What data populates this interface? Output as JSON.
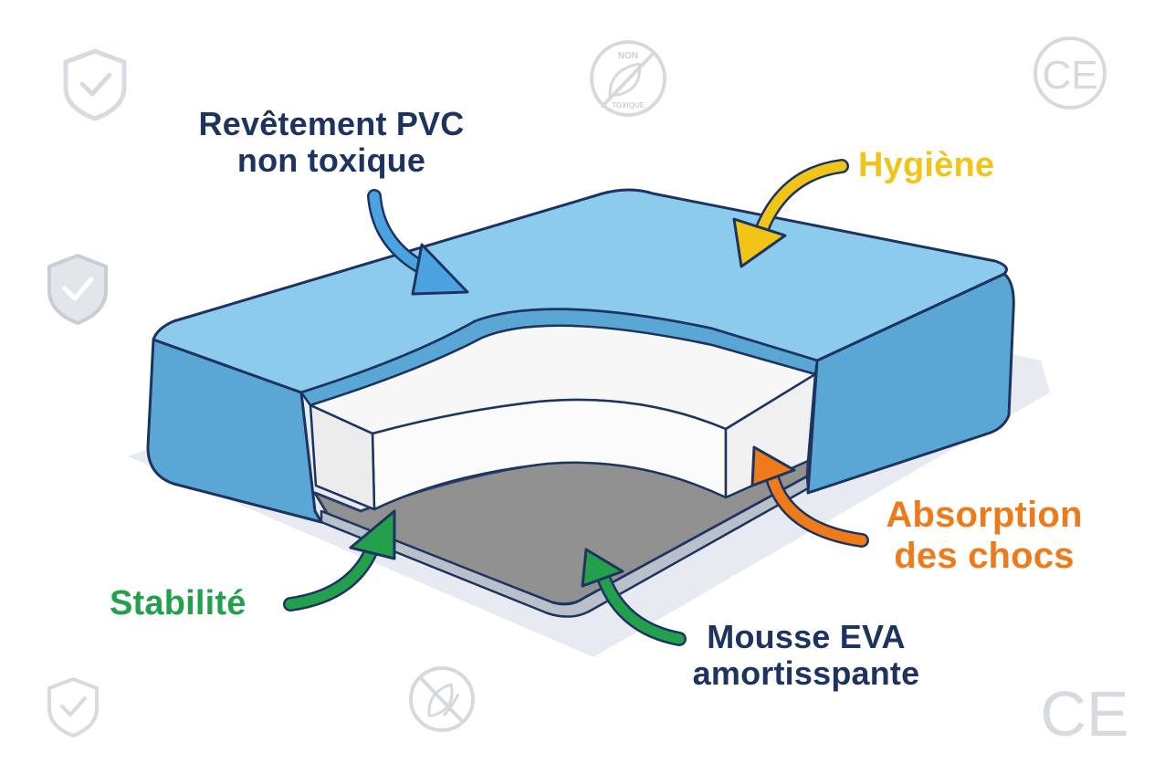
{
  "labels": {
    "pvc": {
      "line1": "Revêtement PVC",
      "line2": "non toxique"
    },
    "hygiene": {
      "line1": "Hygiène"
    },
    "absorption": {
      "line1": "Absorption",
      "line2": "des chocs"
    },
    "stabilite": {
      "line1": "Stabilité"
    },
    "eva": {
      "line1": "Mousse EVA",
      "line2": "amortisspante"
    }
  },
  "badges": {
    "non_toxique_top": "NON",
    "non_toxique_bottom": "TOXIQUE",
    "ce": "CE"
  },
  "colors": {
    "navy": "#1d3461",
    "yellow": "#f2c418",
    "orange": "#ef7a1a",
    "green": "#22a04b",
    "blue_arrow": "#4aa3e0",
    "cover_top": "#8dcbed",
    "cover_side": "#5aa7d6",
    "foam_white": "#f7f7f7",
    "eva_gray": "#8e8e8e",
    "badge_gray": "#c9ced6"
  },
  "icons": [
    "shield-check-icon",
    "non-toxic-badge-icon",
    "ce-mark-icon",
    "eco-leaf-badge-icon"
  ]
}
